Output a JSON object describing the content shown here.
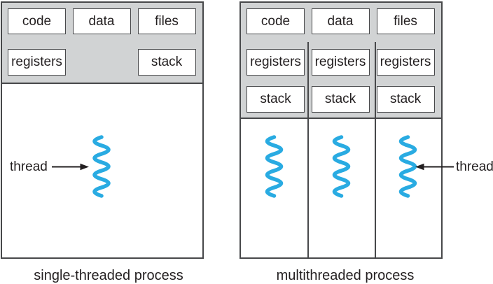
{
  "left_panel": {
    "caption": "single-threaded process",
    "top_boxes": [
      "code",
      "data",
      "files"
    ],
    "registers_label": "registers",
    "stack_label": "stack",
    "thread_label": "thread"
  },
  "right_panel": {
    "caption": "multithreaded process",
    "top_boxes": [
      "code",
      "data",
      "files"
    ],
    "columns": [
      {
        "registers_label": "registers",
        "stack_label": "stack"
      },
      {
        "registers_label": "registers",
        "stack_label": "stack"
      },
      {
        "registers_label": "registers",
        "stack_label": "stack"
      }
    ],
    "thread_label": "thread"
  },
  "colors": {
    "strip_gray": "#d1d3d4",
    "line_dark": "#47484a",
    "thread_blue": "#29abe2",
    "text_dark": "#231f20",
    "box_fill": "#ffffff"
  }
}
